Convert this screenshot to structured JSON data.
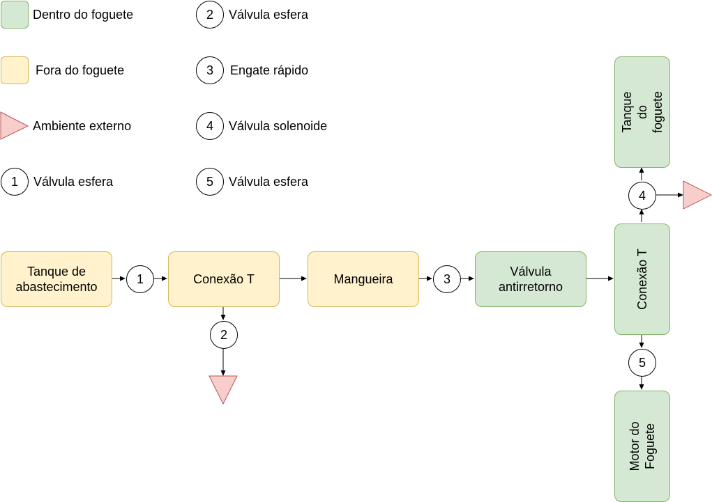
{
  "legend": {
    "inside": "Dentro do foguete",
    "outside": "Fora do foguete",
    "ambient": "Ambiente externo",
    "items": [
      {
        "n": "1",
        "label": "Válvula esfera"
      },
      {
        "n": "2",
        "label": "Válvula esfera"
      },
      {
        "n": "3",
        "label": "Engate rápido"
      },
      {
        "n": "4",
        "label": "Válvula solenoide"
      },
      {
        "n": "5",
        "label": "Válvula esfera"
      }
    ]
  },
  "nodes": {
    "supply_tank": "Tanque de abastecimento",
    "tee_1": "Conexão T",
    "hose": "Mangueira",
    "check_valve": "Válvula antirretorno",
    "tee_2": "Conexão T",
    "rocket_tank": "Tanque do foguete",
    "rocket_motor": "Motor do Foguete"
  },
  "valves": {
    "v1": "1",
    "v2": "2",
    "v3": "3",
    "v4": "4",
    "v5": "5"
  },
  "colors": {
    "inside_fill": "#d5e8d4",
    "inside_stroke": "#82b366",
    "outside_fill": "#fff2cc",
    "outside_stroke": "#d6b656",
    "ambient_fill": "#f8cecc",
    "ambient_stroke": "#b85450"
  }
}
